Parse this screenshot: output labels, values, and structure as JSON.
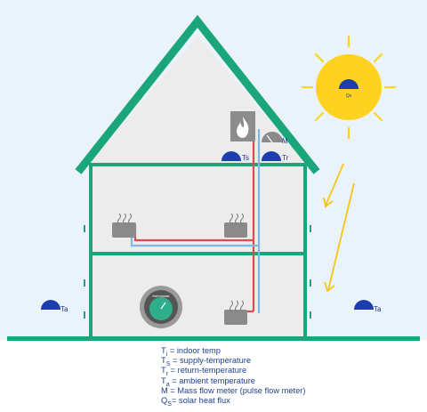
{
  "colors": {
    "background_sky": "#eaf3f9",
    "house_fill": "#ececec",
    "house_outline": "#1aa67a",
    "ground": "#1aa67a",
    "supply_pipe": "#e04a4a",
    "return_pipe": "#7fb8e6",
    "sun": "#ffd21f",
    "sun_rays": "#ffd21f",
    "heat_arrow": "#f5c518",
    "sensor_blue": "#1d3fae",
    "radiator": "#8a8a8a",
    "flame_box": "#8c8c8c",
    "thermostat_ring": "#9a9a9a",
    "thermostat_face": "#2eae8a",
    "legend_text": "#1f3f8c"
  },
  "icons": {
    "sun": "sun-icon",
    "flame": "flame-icon",
    "flow_meter": "flow-meter-icon",
    "sensor": "temperature-sensor-icon",
    "radiator": "radiator-icon",
    "thermostat": "thermostat-icon",
    "arrow": "heat-flux-arrow-icon"
  },
  "labels": {
    "sun_sensor": "Qs",
    "flow_meter": "M",
    "supply_sensor": "Ts",
    "return_sensor": "Tr",
    "ambient_left": "Ta",
    "ambient_right": "Ta",
    "thermostat_caption": "thermostat"
  },
  "legend": [
    {
      "symbol": "T",
      "sub": "i",
      "text": " = indoor temp"
    },
    {
      "symbol": "T",
      "sub": "S",
      "text": " = supply-temperature"
    },
    {
      "symbol": "T",
      "sub": "r",
      "text": " = return-temperature"
    },
    {
      "symbol": "T",
      "sub": "a",
      "text": " = ambient temperature"
    },
    {
      "symbol": "M",
      "sub": "",
      "text": " = Mass flow meter (pulse flow meter)"
    },
    {
      "symbol": "Q",
      "sub": "S",
      "text": "= solar heat flux"
    }
  ]
}
